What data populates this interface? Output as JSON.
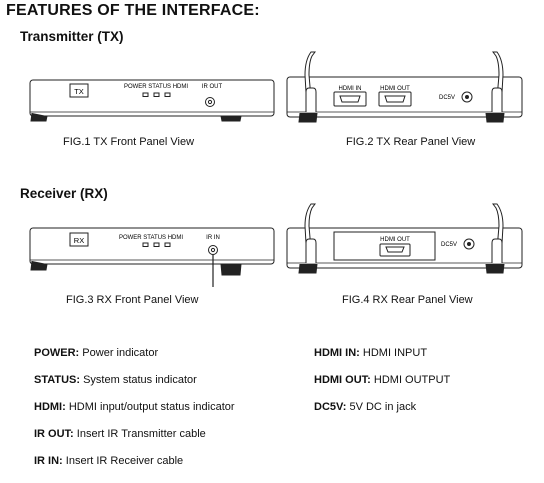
{
  "page_title": "FEATURES OF THE INTERFACE:",
  "transmitter": {
    "heading": "Transmitter (TX)",
    "front_caption": "FIG.1 TX Front Panel View",
    "rear_caption": "FIG.2 TX Rear Panel View",
    "badge": "TX",
    "led_labels": "POWER STATUS HDMI",
    "ir_port_label": "IR OUT",
    "rear_port_1": "HDMI IN",
    "rear_port_2": "HDMI OUT",
    "dc_label": "DC5V"
  },
  "receiver": {
    "heading": "Receiver (RX)",
    "front_caption": "FIG.3 RX Front Panel View",
    "rear_caption": "FIG.4 RX Rear Panel View",
    "badge": "RX",
    "led_labels": "POWER STATUS HDMI",
    "ir_port_label": "IR IN",
    "rear_port_1": "HDMI OUT",
    "dc_label": "DC5V"
  },
  "legend_left": [
    {
      "term": "POWER:",
      "text": "Power indicator"
    },
    {
      "term": "STATUS:",
      "text": "System status indicator"
    },
    {
      "term": "HDMI:",
      "text": "HDMI input/output status indicator"
    },
    {
      "term": "IR OUT:",
      "text": "Insert IR Transmitter cable"
    },
    {
      "term": "IR IN:",
      "text": "Insert IR Receiver cable"
    }
  ],
  "legend_right": [
    {
      "term": "HDMI IN:",
      "text": "HDMI INPUT"
    },
    {
      "term": "HDMI OUT:",
      "text": "HDMI OUTPUT"
    },
    {
      "term": "DC5V:",
      "text": "5V DC in jack"
    }
  ]
}
